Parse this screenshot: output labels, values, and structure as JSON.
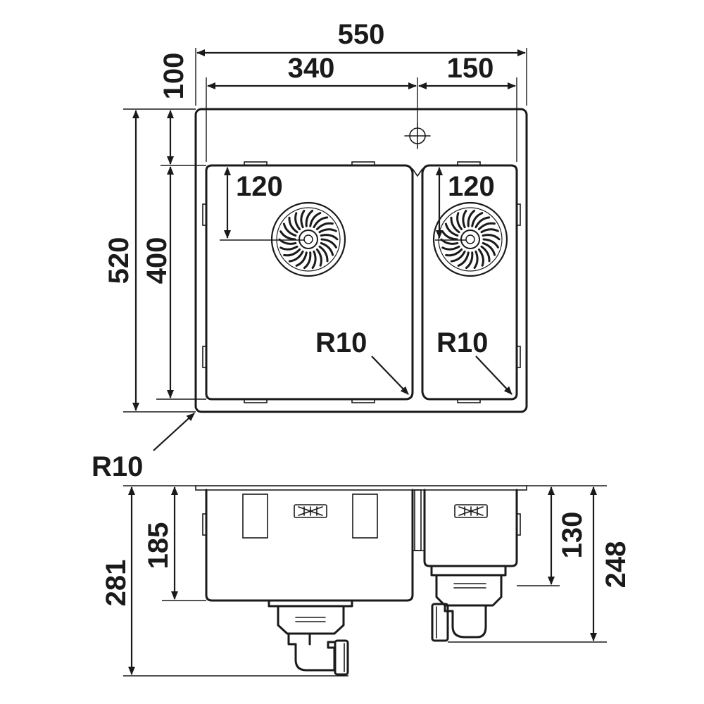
{
  "dimensions": {
    "overall_width": "550",
    "left_bowl_width": "340",
    "right_bowl_width": "150",
    "rear_ledge": "100",
    "overall_depth": "520",
    "bowl_depth": "400",
    "left_drain_offset": "120",
    "right_drain_offset": "120",
    "left_bowl_radius": "R10",
    "right_bowl_radius": "R10",
    "outer_radius": "R10",
    "left_bowl_height": "185",
    "total_height": "281",
    "right_bowl_height": "130",
    "right_total_height": "248"
  },
  "icons": {
    "strainer": "drain-strainer-icon",
    "tap_hole": "tap-hole-icon",
    "overflow": "overflow-slot-icon",
    "waste": "waste-trap-icon"
  }
}
